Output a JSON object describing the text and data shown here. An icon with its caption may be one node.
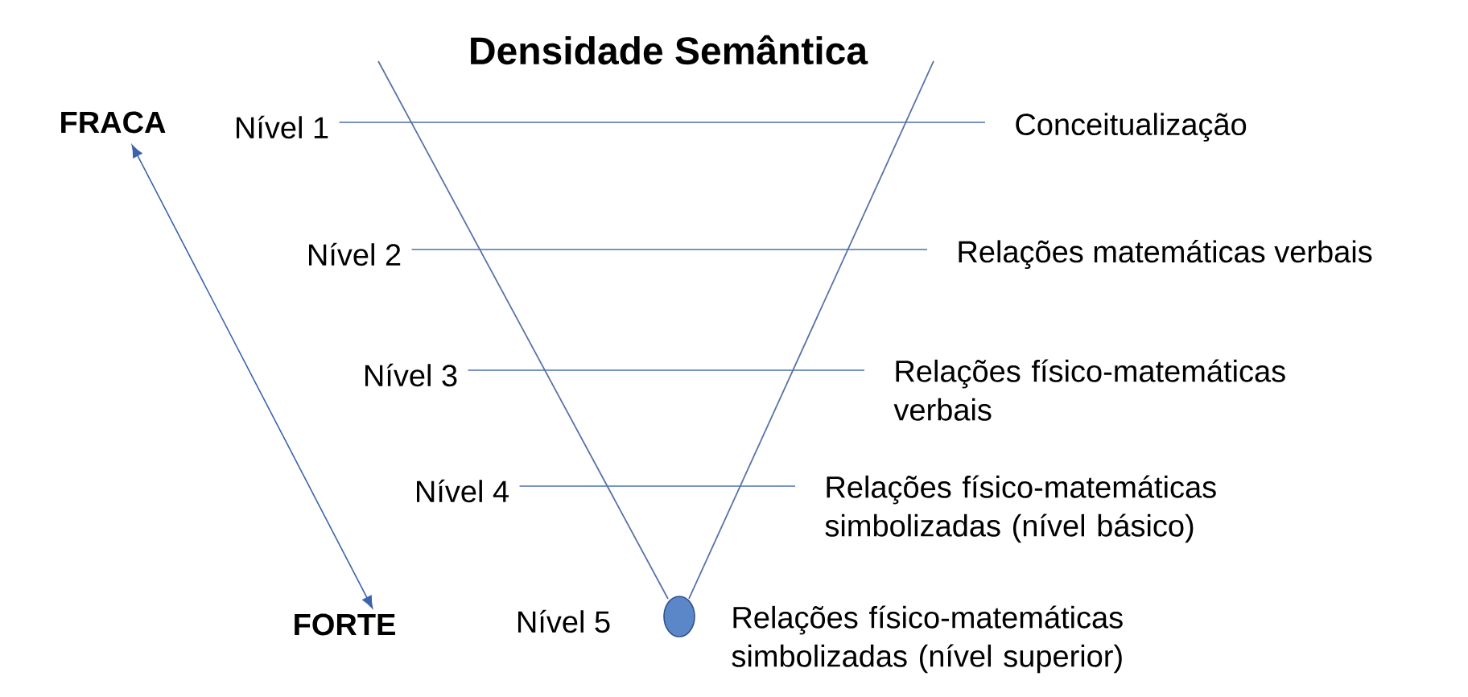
{
  "diagram": {
    "title": "Densidade Semântica",
    "nodes": [
      {
        "text": [
          "FRACA"
        ]
      },
      {
        "text": [
          "Nível 1"
        ]
      },
      {
        "text": [
          "Conceitualização"
        ]
      },
      {
        "text": [
          "Nível 2"
        ]
      },
      {
        "text": [
          "Relações matemáticas verbais"
        ]
      },
      {
        "text": [
          "Nível 3"
        ]
      },
      {
        "text": [
          "Relações físico-matemáticas verbais"
        ]
      },
      {
        "text": [
          "Nível 4"
        ]
      },
      {
        "text": [
          "Relações físico-matemáticas simbolizadas (nível básico)"
        ]
      },
      {
        "text": [
          "FORTE"
        ]
      },
      {
        "text": [
          "Nível 5"
        ]
      },
      {
        "text": [],
        "shape": "circle"
      },
      {
        "text": [
          "Relações físico-matemáticas simbolizadas (nível superior)"
        ]
      }
    ],
    "edges": [
      {
        "from": 0,
        "to": 9,
        "arrow": "both"
      },
      {
        "from": 1,
        "to": 2,
        "arrow": "none"
      },
      {
        "from": 3,
        "to": 4,
        "arrow": "none"
      },
      {
        "from": 5,
        "to": 6,
        "arrow": "none"
      },
      {
        "from": 7,
        "to": 8,
        "arrow": "none"
      }
    ]
  }
}
